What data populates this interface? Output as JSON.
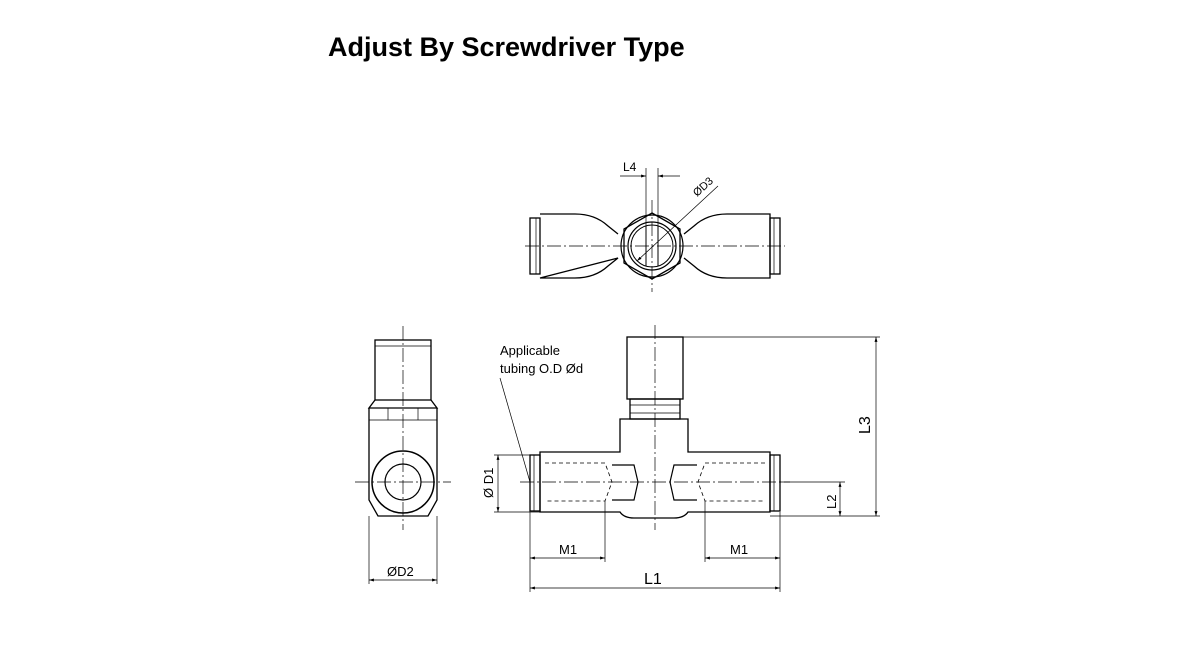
{
  "title": "Adjust By Screwdriver Type",
  "labels": {
    "l4": "L4",
    "d3": "ØD3",
    "applicable_line1": "Applicable",
    "applicable_line2": "tubing O.D Ød",
    "d1": "Ø D1",
    "d2": "ØD2",
    "m1_left": "M1",
    "m1_right": "M1",
    "l1": "L1",
    "l2": "L2",
    "l3": "L3"
  }
}
